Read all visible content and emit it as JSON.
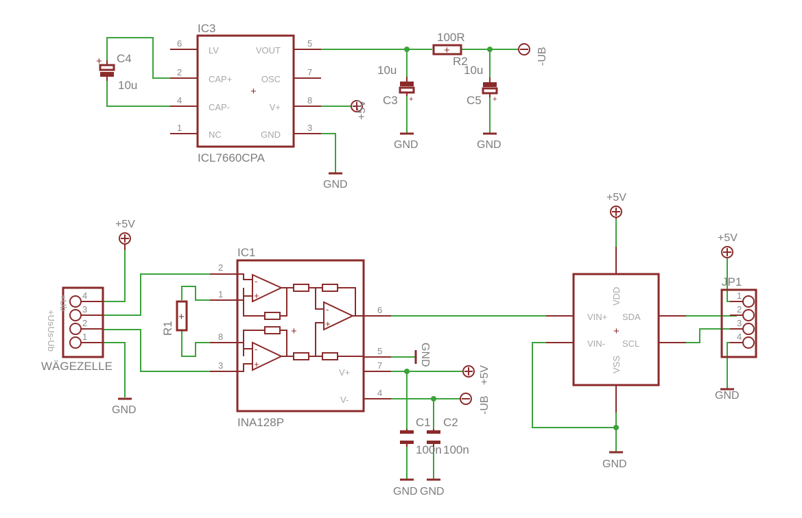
{
  "colors": {
    "wire": "#3aa23a",
    "part": "#8b2a2a",
    "text": "#7d7d7d"
  },
  "ic3": {
    "name": "IC3",
    "value": "ICL7660CPA",
    "pins_left": [
      {
        "num": "6",
        "name": "LV"
      },
      {
        "num": "2",
        "name": "CAP+"
      },
      {
        "num": "4",
        "name": "CAP-"
      },
      {
        "num": "1",
        "name": "NC"
      }
    ],
    "pins_right": [
      {
        "num": "5",
        "name": "VOUT"
      },
      {
        "num": "7",
        "name": "OSC"
      },
      {
        "num": "8",
        "name": "V+"
      },
      {
        "num": "3",
        "name": "GND"
      }
    ]
  },
  "c4": {
    "name": "C4",
    "value": "10u"
  },
  "c3": {
    "name": "C3",
    "value": "10u"
  },
  "c5": {
    "name": "C5",
    "value": "10u"
  },
  "r2": {
    "name": "R2",
    "value": "100R"
  },
  "r1": {
    "name": "R1"
  },
  "ic1": {
    "name": "IC1",
    "value": "INA128P",
    "pin_nums": {
      "p2": "2",
      "p1": "1",
      "p8": "8",
      "p3": "3",
      "p6": "6",
      "p5": "5",
      "p7": "7",
      "p4": "4"
    },
    "pin_names": {
      "vplus": "V+",
      "vminus": "V-"
    }
  },
  "c1": {
    "name": "C1",
    "value": "100n"
  },
  "c2": {
    "name": "C2",
    "value": "100n"
  },
  "adc": {
    "pin_names": {
      "vdd": "VDD",
      "vinp": "VIN+",
      "sda": "SDA",
      "vinm": "VIN-",
      "scl": "SCL",
      "vss": "VSS"
    }
  },
  "jp1": {
    "name": "JP1",
    "pins": [
      "1",
      "2",
      "3",
      "4"
    ]
  },
  "wagezelle": {
    "name": "WÄGEZELLE",
    "pins": [
      "4",
      "3",
      "2",
      "1"
    ],
    "signals": [
      "+Ub",
      "+Us",
      "-Us",
      "-Ub"
    ]
  },
  "supplies": {
    "gnd": "GND",
    "p5v": "+5V",
    "mub": "-UB"
  }
}
